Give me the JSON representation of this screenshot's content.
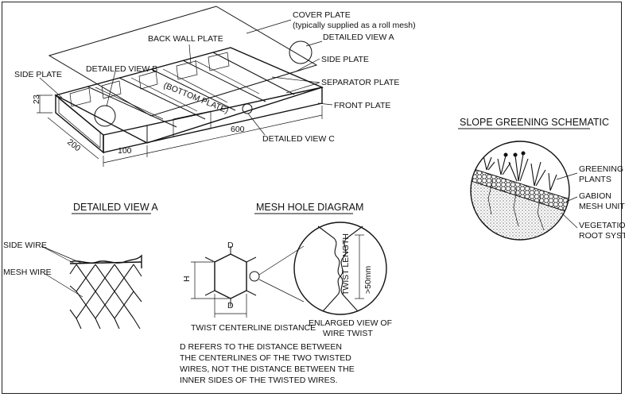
{
  "colors": {
    "ink": "#111111",
    "paper": "#ffffff",
    "mesh_fill": "#555555"
  },
  "main_diagram": {
    "labels": {
      "cover_plate": "COVER PLATE",
      "cover_plate_note": "(typically supplied as a roll mesh)",
      "detailed_view_a": "DETAILED VIEW A",
      "back_wall_plate": "BACK WALL PLATE",
      "side_plate_right": "SIDE PLATE",
      "separator_plate": "SEPARATOR PLATE",
      "front_plate": "FRONT PLATE",
      "detailed_view_b": "DETAILED VIEW B",
      "side_plate_left": "SIDE PLATE",
      "bottom_plate": "(BOTTOM PLATE)",
      "detailed_view_c": "DETAILED VIEW C"
    },
    "dimensions": {
      "height": "23",
      "depth": "200",
      "cell_width": "100",
      "length": "600"
    }
  },
  "detail_a": {
    "title": "DETAILED VIEW A",
    "side_wire": "SIDE WIRE",
    "mesh_wire": "MESH WIRE"
  },
  "mesh_hole": {
    "title": "MESH HOLE DIAGRAM",
    "dim_d_top": "D",
    "dim_d_bottom": "D",
    "dim_h": "H",
    "twist_label": "TWIST CENTERLINE DISTANCE",
    "twist_length": "TWIST LENGTH",
    "twist_min": ">50mm",
    "enlarged_1": "ENLARGED VIEW OF",
    "enlarged_2": "WIRE TWIST",
    "note_1": "D REFERS TO THE DISTANCE BETWEEN",
    "note_2": "THE CENTERLINES OF THE TWO TWISTED",
    "note_3": "WIRES, NOT THE DISTANCE BETWEEN THE",
    "note_4": "INNER SIDES OF THE TWISTED WIRES."
  },
  "slope": {
    "title": "SLOPE GREENING SCHEMATIC",
    "greening_1": "GREENING",
    "greening_2": "PLANTS",
    "gabion_1": "GABION",
    "gabion_2": "MESH UNIT",
    "root_1": "VEGETATION",
    "root_2": "ROOT SYSTEM"
  }
}
